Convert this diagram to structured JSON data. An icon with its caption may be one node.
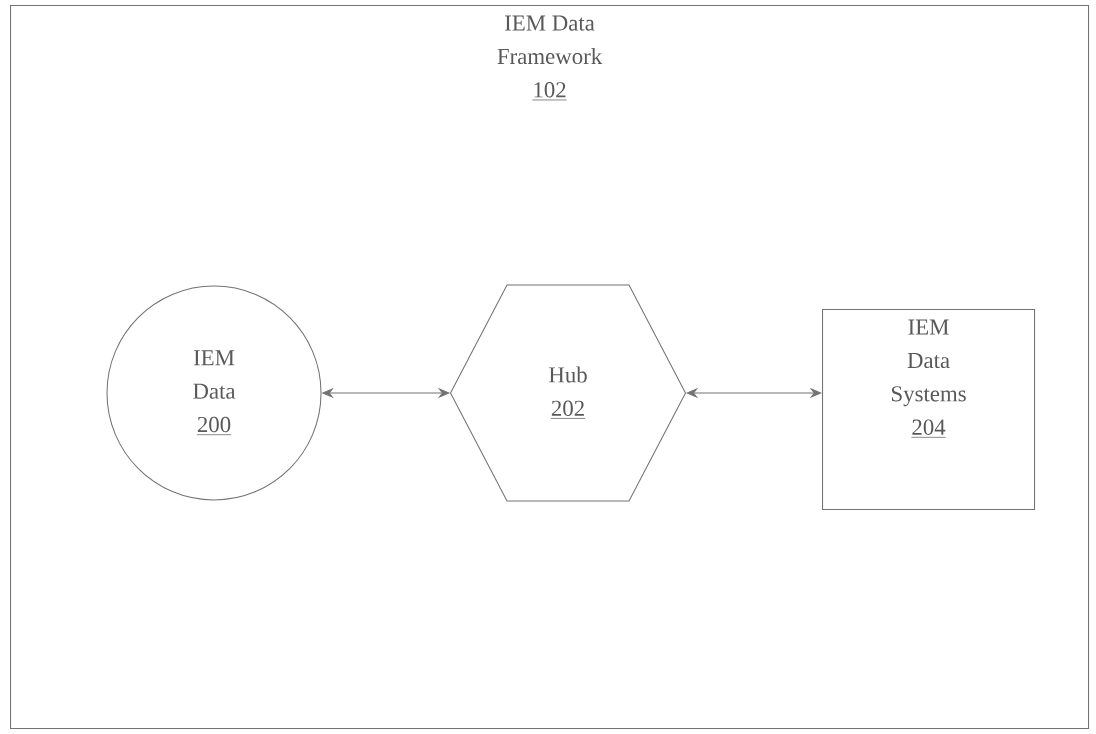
{
  "diagram": {
    "nodes": [
      {
        "text": [
          "IEM Data Framework",
          "102"
        ]
      },
      {
        "text": [
          "IEM Data",
          "200"
        ],
        "in": 0
      },
      {
        "text": [
          "Hub",
          "202"
        ],
        "in": 0
      },
      {
        "text": [
          "IEM Data Systems",
          "204"
        ],
        "in": 0
      }
    ],
    "edges": [
      {
        "from": 1,
        "to": 2,
        "arrow": "both"
      },
      {
        "from": 2,
        "to": 3,
        "arrow": "both"
      }
    ]
  }
}
